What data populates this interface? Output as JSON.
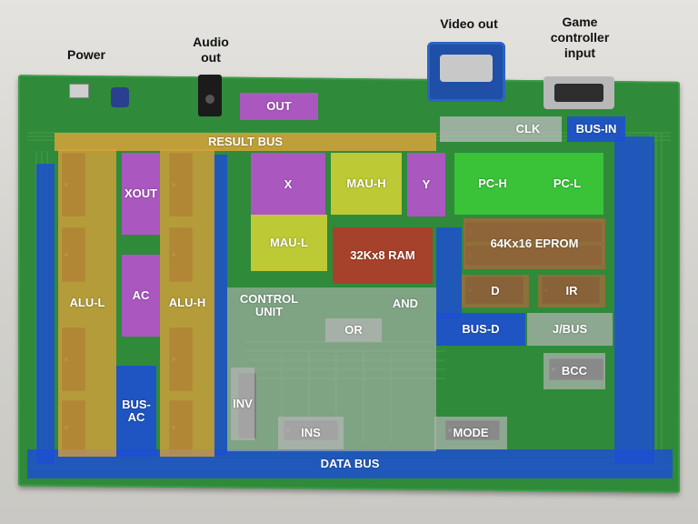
{
  "external_labels": {
    "power": "Power",
    "audio": "Audio\nout",
    "video": "Video out",
    "game": "Game\ncontroller\ninput"
  },
  "regions": {
    "out": "OUT",
    "clk": "CLK",
    "bus_in": "BUS-IN",
    "result_bus": "RESULT BUS",
    "xout": "XOUT",
    "x": "X",
    "mau_h": "MAU-H",
    "y": "Y",
    "pc_h": "PC-H",
    "pc_l": "PC-L",
    "mau_l": "MAU-L",
    "ram": "32Kx8 RAM",
    "eprom": "64Kx16 EPROM",
    "alu_l": "ALU-L",
    "ac": "AC",
    "alu_h": "ALU-H",
    "control_unit": "CONTROL\nUNIT",
    "and": "AND",
    "d": "D",
    "ir": "IR",
    "or": "OR",
    "bus_d": "BUS-D",
    "j_bus": "J/BUS",
    "bcc": "BCC",
    "inv": "INV",
    "bus_ac": "BUS-\nAC",
    "ins": "INS",
    "mode": "MODE",
    "data_bus": "DATA BUS"
  },
  "colors": {
    "pcb": "#2f8a3a",
    "bus_blue": "#1d4fd1",
    "alu_orange": "#d8a23a",
    "register_magenta": "#c04fd8",
    "address_yellow": "#d6d435",
    "pc_green": "#3ccb3a",
    "memory_brown": "#9a6d3c",
    "ram_red": "#b43a2a",
    "control_gray": "#b5b5b5"
  }
}
